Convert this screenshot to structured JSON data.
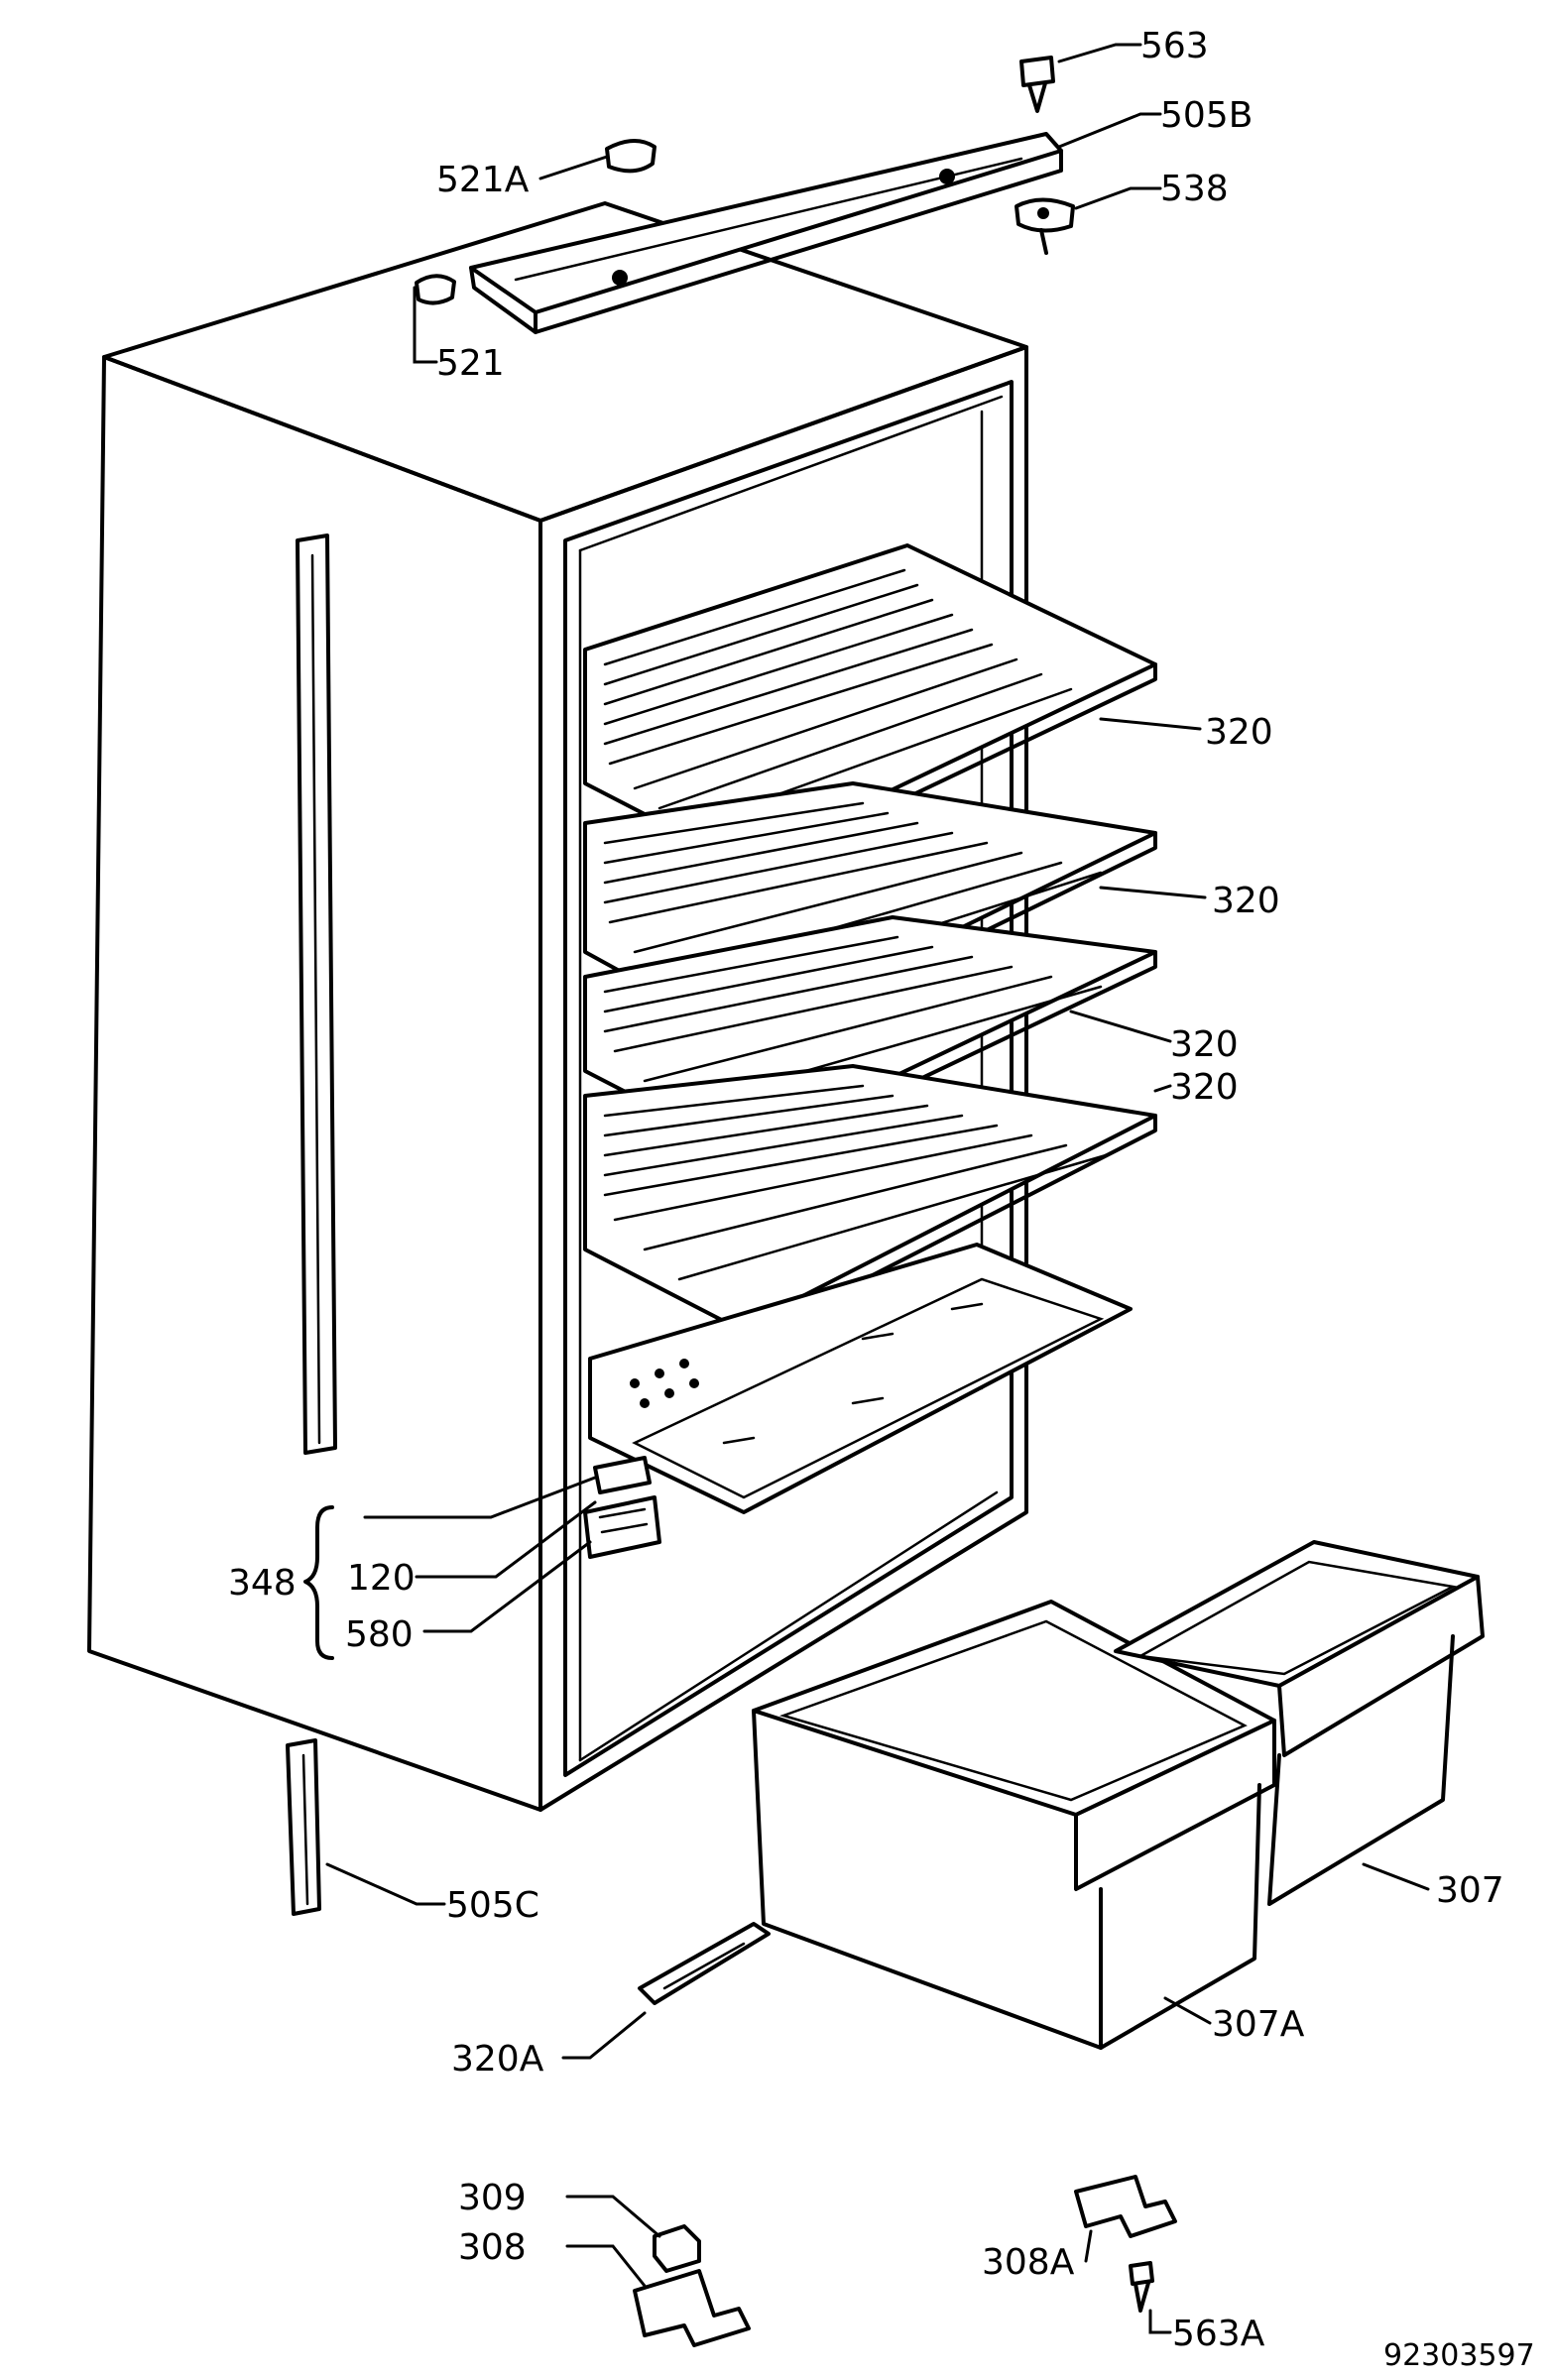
{
  "diagram": {
    "labels": {
      "l563": "563",
      "l505B": "505B",
      "l521A": "521A",
      "l538": "538",
      "l521": "521",
      "l320a": "320",
      "l320b": "320",
      "l320c": "320",
      "l320d": "320",
      "l348": "348",
      "l120": "120",
      "l580": "580",
      "l307": "307",
      "l505C": "505C",
      "l307A": "307A",
      "l320A": "320A",
      "l309": "309",
      "l308": "308",
      "l308A": "308A",
      "l563A": "563A"
    },
    "document_number": "92303597"
  }
}
